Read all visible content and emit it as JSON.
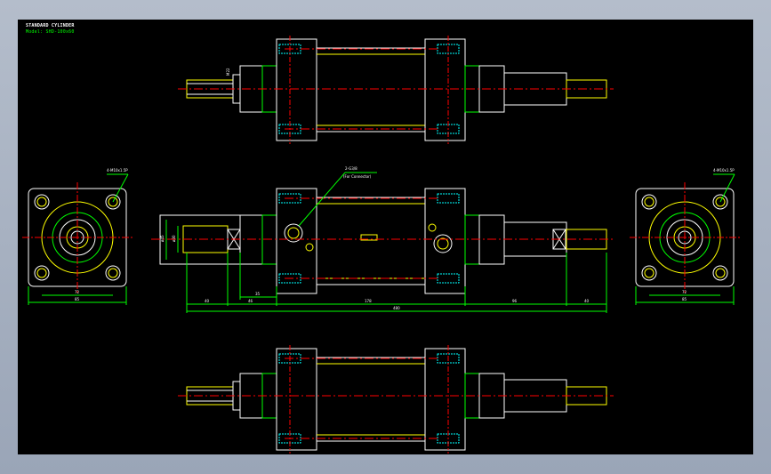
{
  "title_block": {
    "title": "STANDARD CYLINDER",
    "model": "Model: SHD-100x60"
  },
  "annotations": {
    "port_callout": "2-G3/8",
    "port_sub": "(For Connector)",
    "left_bolt": "4-M10x1.5P",
    "right_bolt": "4-M10x1.5P"
  },
  "dimensions": {
    "left_72": "72",
    "left_85": "85",
    "right_72": "72",
    "right_85": "85",
    "d40a": "40",
    "d46": "46",
    "d35": "35",
    "d178": "178",
    "d96": "96",
    "d40b": "40",
    "d480": "480",
    "phi45": "ø45",
    "phi30": "ø30",
    "thread_top": "M22"
  },
  "colors": {
    "white": "#ffffff",
    "yellow": "#ffff00",
    "green": "#00ff00",
    "cyan": "#00ffff",
    "red": "#ff0000",
    "magenta": "#ff00ff"
  }
}
